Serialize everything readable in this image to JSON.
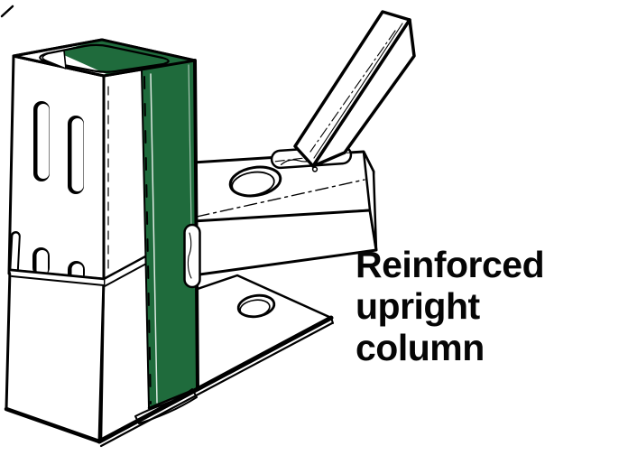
{
  "illustration": {
    "caption": {
      "full_text": "Reinforced upright column",
      "lines": [
        "Reinforced",
        "upright",
        "column"
      ]
    },
    "colors": {
      "highlight_green": "#1F6B3C",
      "line_black": "#000000",
      "background_white": "#FFFFFF"
    },
    "parts": {
      "column": "perforated upright column",
      "reinforcement_channel": "green corner reinforcement channel",
      "base_shoe": "column base shoe",
      "base_plate": "base plate with anchor hole",
      "bracket_arm": "bracket arm with hole",
      "diagonal_brace": "diagonal brace tube"
    }
  }
}
